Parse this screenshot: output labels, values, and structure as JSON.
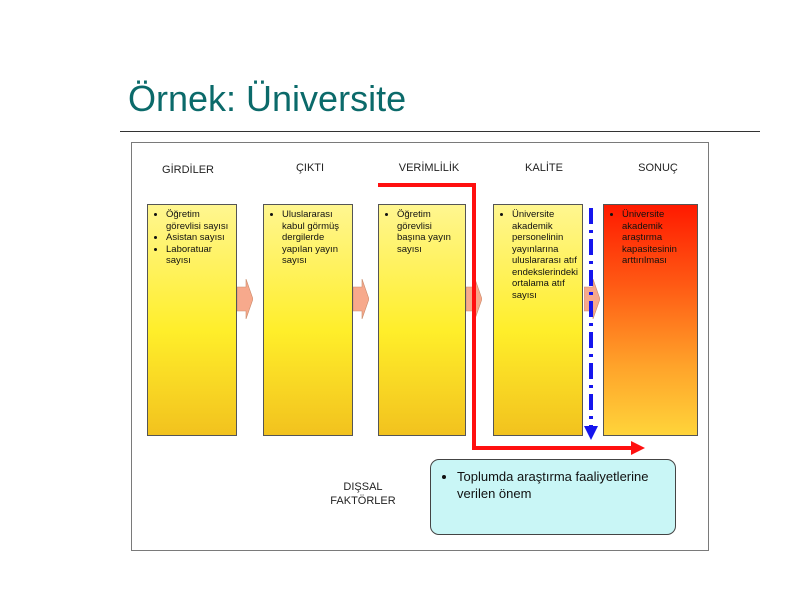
{
  "slide": {
    "title": "Örnek: Üniversite"
  },
  "diagram": {
    "columns": [
      {
        "header": "GİRDİLER",
        "items": [
          "Öğretim görevlisi sayısı",
          "Asistan sayısı",
          "Laboratuar sayısı"
        ]
      },
      {
        "header": "ÇIKTI",
        "items": [
          "Uluslararası kabul görmüş dergilerde yapılan yayın sayısı"
        ]
      },
      {
        "header": "VERİMLİLİK",
        "items": [
          "Öğretim görevlisi başına yayın sayısı"
        ]
      },
      {
        "header": "KALİTE",
        "items": [
          "Üniversite akademik personelinin yayınlarına uluslararası atıf endekslerindeki ortalama atıf sayısı"
        ]
      },
      {
        "header": "SONUÇ",
        "items": [
          "Üniversite akademik araştırma kapasitesinin arttırılması"
        ]
      }
    ],
    "external_factors_label": "DIŞSAL FAKTÖRLER",
    "external_factors": [
      "Toplumda araştırma faaliyetlerine verilen önem"
    ],
    "colors": {
      "box_fill": "#ffee2a",
      "result_fill": "#ff3a10",
      "flow_arrow": "#f7a98c",
      "red_path": "#ff1010",
      "blue_dashed": "#1515ee",
      "factor_box_fill": "#c9f6f6",
      "title": "#0b6a6a"
    }
  }
}
